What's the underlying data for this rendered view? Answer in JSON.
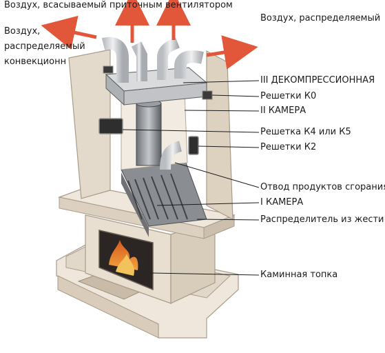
{
  "labels": {
    "air_intake": "Воздух, всасываемый приточным вентилятором",
    "air_distributed": "Воздух, распределяемый",
    "air_convection_1": "Воздух,",
    "air_convection_2": "распределяемый",
    "air_convection_3": "конвекционн",
    "chamber_3": "III ДЕКОМПРЕССИОННАЯ",
    "grille_k0": "Решетки К0",
    "chamber_2": "II КАМЕРА",
    "grille_k4_k5": "Решетка К4 или К5",
    "grille_k2": "Решетки К2",
    "flue_outlet": "Отвод продуктов сгорания",
    "chamber_1": "I КАМЕРА",
    "distributor": "Распределитель из жести",
    "firebox": "Каминная топка"
  },
  "colors": {
    "arrow": "#e2573a",
    "stone": "#e9dfd1",
    "stone_shadow": "#cbbfae",
    "chamber_dark": "#6f7175",
    "pipe": "#d6d8da",
    "fire": "#e07a2e",
    "hearth": "#d0784f"
  }
}
